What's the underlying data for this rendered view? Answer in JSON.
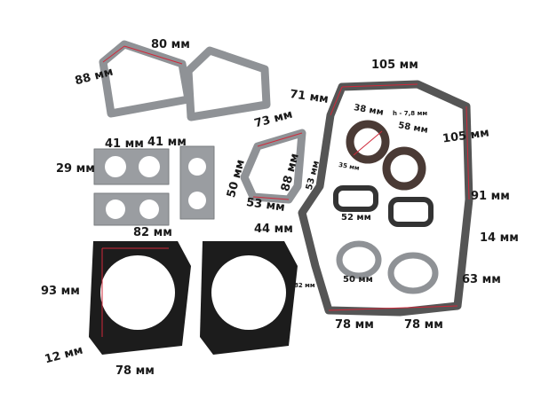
{
  "colors": {
    "gasket_gray": "#8f9296",
    "gasket_black": "#1c1c1c",
    "seal_brown": "#4a3a35",
    "dimension_line": "#d0283a"
  },
  "labels": [
    "80 мм",
    "88 мм",
    "41 мм",
    "41 мм",
    "29 мм",
    "73 мм",
    "50 мм",
    "88 мм",
    "53 мм",
    "53 мм",
    "44 мм",
    "71 мм",
    "105 мм",
    "38 мм",
    "h - 7,8 мм",
    "58 мм",
    "35 мм",
    "105 мм",
    "91 мм",
    "52 мм",
    "14 мм",
    "82 мм",
    "50 мм",
    "63 мм",
    "78 мм",
    "78 мм",
    "82 мм",
    "93 мм",
    "12 мм",
    "78 мм"
  ]
}
